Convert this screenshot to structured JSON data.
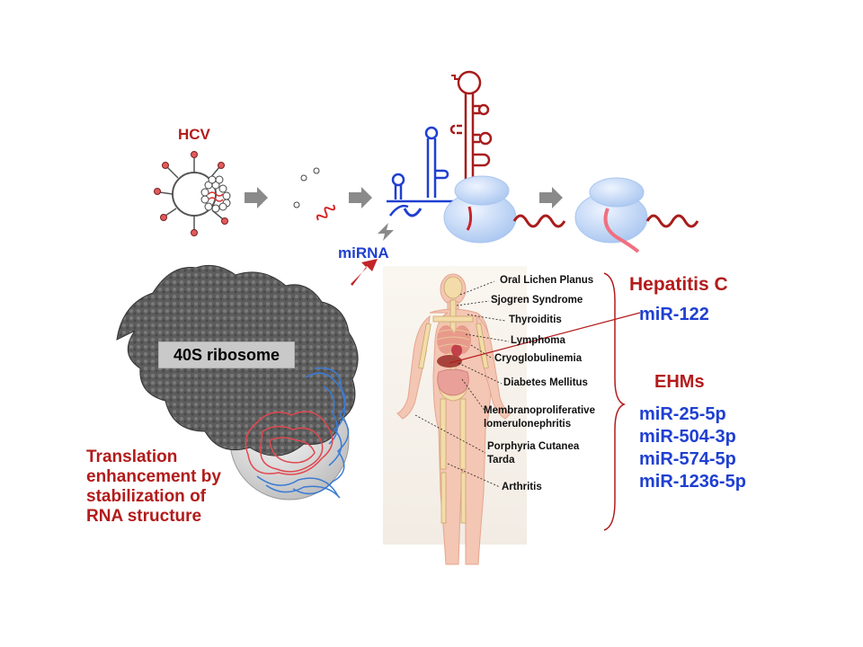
{
  "labels": {
    "hcv": "HCV",
    "mirna": "miRNA",
    "ribosome": "40S ribosome",
    "translation": [
      "Translation",
      "enhancement by",
      "stabilization of",
      "RNA structure"
    ]
  },
  "diseases": [
    "Oral Lichen Planus",
    "Sjogren Syndrome",
    "Thyroiditis",
    "Lymphoma",
    "Cryoglobulinemia",
    "Diabetes Mellitus",
    "Membranoproliferative",
    "lomerulonephritis",
    "Porphyria Cutanea",
    "Tarda",
    "Arthritis"
  ],
  "hepatitis": {
    "title": "Hepatitis C",
    "mirna": "miR-122"
  },
  "ehms": {
    "title": "EHMs",
    "mirnas": [
      "miR-25-5p",
      "miR-504-3p",
      "miR-574-5p",
      "miR-1236-5p"
    ]
  },
  "colors": {
    "dark_red": "#b31b1b",
    "blue": "#1f3fd1",
    "ribosome_blue": "#bcd3f5",
    "grey_arrow": "#8a8a8a"
  }
}
